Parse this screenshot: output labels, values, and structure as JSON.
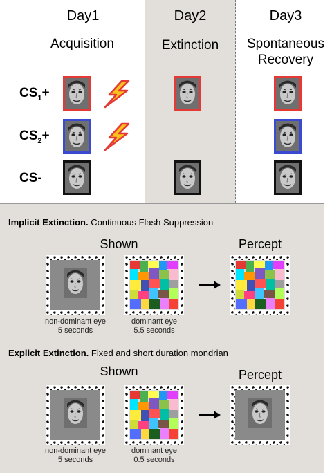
{
  "days": {
    "day1": "Day1",
    "day2": "Day2",
    "day3": "Day3"
  },
  "phases": {
    "p1": "Acquisition",
    "p2": "Extinction",
    "p3_line1": "Spontaneous",
    "p3_line2": "Recovery"
  },
  "cs_labels": {
    "cs1": "CS",
    "cs1_sub": "1",
    "cs1_suffix": "+",
    "cs2": "CS",
    "cs2_sub": "2",
    "cs2_suffix": "+",
    "csminus": "CS-"
  },
  "implicit": {
    "title_bold": "Implicit Extinction.",
    "title_rest": " Continuous Flash Suppression",
    "shown": "Shown",
    "percept": "Percept",
    "cap1_line1": "non-dominant eye",
    "cap1_line2": "5 seconds",
    "cap2_line1": "dominant eye",
    "cap2_line2": "5.5 seconds"
  },
  "explicit": {
    "title_bold": "Explicit Extinction.",
    "title_rest": " Fixed and short duration mondrian",
    "shown": "Shown",
    "percept": "Percept",
    "cap1_line1": "non-dominant eye",
    "cap1_line2": "5 seconds",
    "cap2_line1": "dominant eye",
    "cap2_line2": "0.5 seconds"
  },
  "colors": {
    "cs1_border": "#e53935",
    "cs2_border": "#3b4bd1",
    "csminus_border": "#111111",
    "day2_panel": "#e2dfda",
    "bottom_panel": "#e2dfda",
    "bolt_fill": "#f7c21b",
    "bolt_outline": "#e53935"
  }
}
